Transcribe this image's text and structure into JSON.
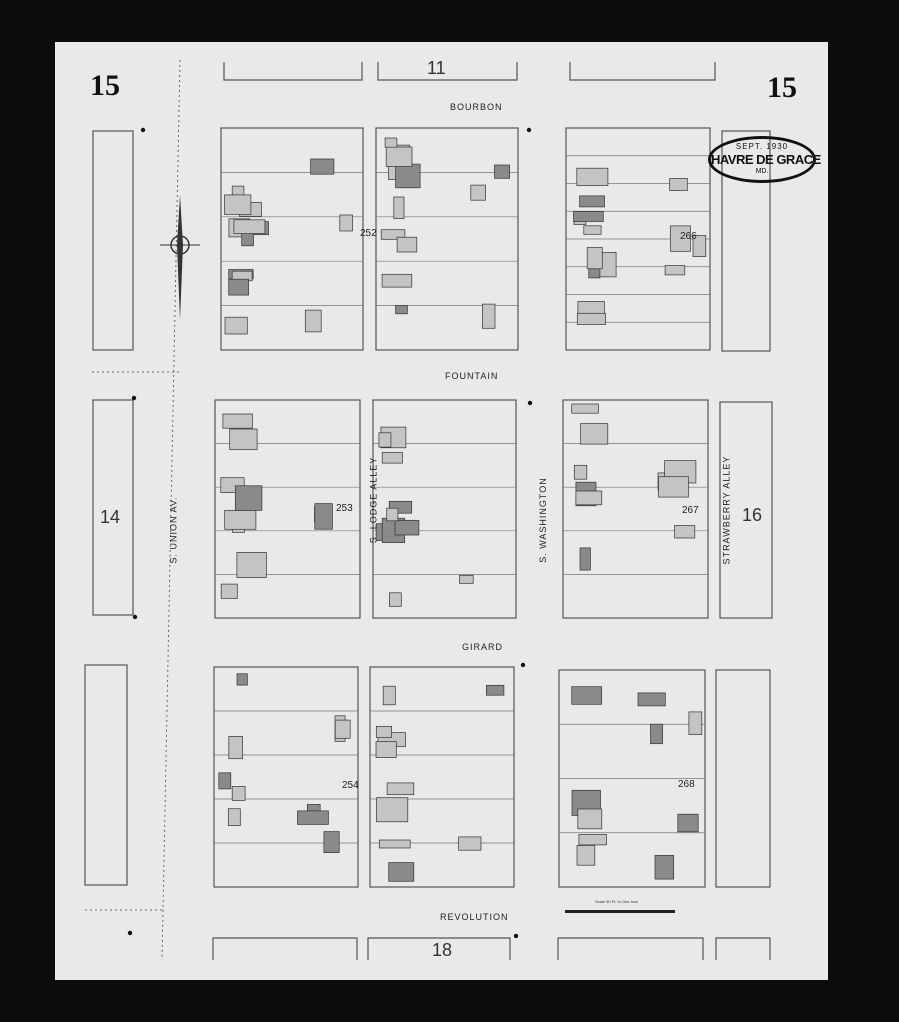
{
  "sheet_number": "15",
  "title_stamp": {
    "date": "SEPT. 1930",
    "city": "HAVRE DE GRACE",
    "state": "MD."
  },
  "streets": {
    "bourbon": "BOURBON",
    "fountain": "FOUNTAIN",
    "girard": "GIRARD",
    "revolution": "REVOLUTION",
    "union": "S. UNION AV.",
    "lodge": "S. LODGE ALLEY",
    "washington": "S. WASHINGTON",
    "strawberry": "STRAWBERRY ALLEY"
  },
  "adjacent_sheets": {
    "left": "14",
    "right": "16",
    "top": "11",
    "bottom": "18"
  },
  "blocks": [
    "252",
    "253",
    "254",
    "266",
    "267",
    "268"
  ],
  "scale_label": "Scale 50 Ft. to One Inch",
  "colors": {
    "paper": "#e9e9e7",
    "border": "#0c0c0c",
    "brick": "#8a8a8a",
    "frame": "#c4c4c4"
  }
}
